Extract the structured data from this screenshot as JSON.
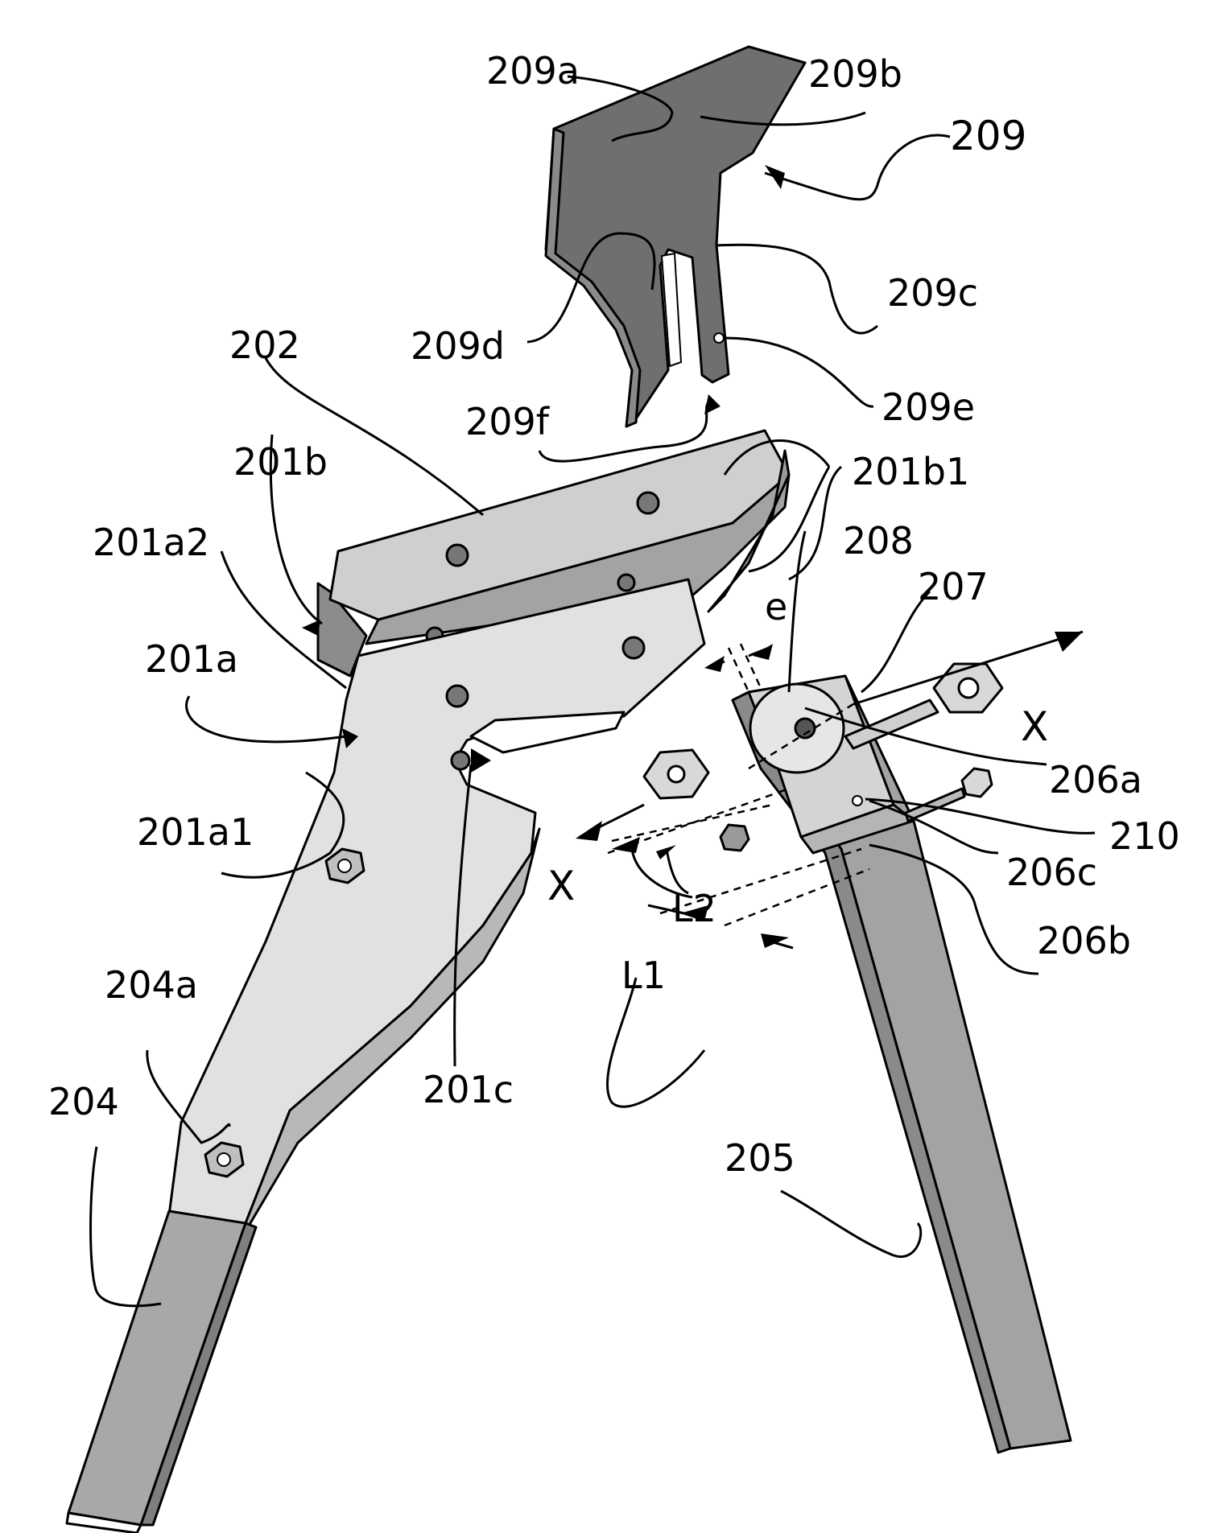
{
  "figure": {
    "labels": {
      "l209a": "209a",
      "l209b": "209b",
      "l209": "209",
      "l209c": "209c",
      "l209d": "209d",
      "l209e": "209e",
      "l209f": "209f",
      "l202": "202",
      "l201b": "201b",
      "l201b1": "201b1",
      "l201a2": "201a2",
      "l208": "208",
      "l207": "207",
      "le": "e",
      "l201a": "201a",
      "lX1": "X",
      "l206a": "206a",
      "l210": "210",
      "l201a1": "201a1",
      "lX2": "X",
      "l206c": "206c",
      "lL2": "L2",
      "l206b": "206b",
      "lL1": "L1",
      "l204a": "204a",
      "l204": "204",
      "l201c": "201c",
      "l205": "205"
    },
    "colors": {
      "dark_part": "#7a7a7a",
      "medium_part": "#9a9a9a",
      "light_part": "#d4d4d4",
      "lighter_part": "#e6e6e6",
      "outline": "#000000"
    }
  }
}
